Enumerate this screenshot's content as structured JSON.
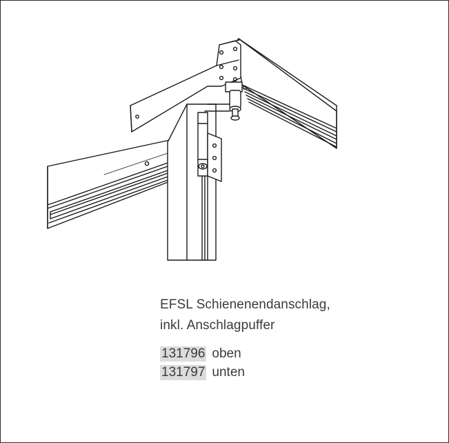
{
  "caption": {
    "line1": "EFSL Schienenendanschlag,",
    "line2": "inkl. Anschlagpuffer"
  },
  "parts": [
    {
      "number": "131796",
      "label": "oben"
    },
    {
      "number": "131797",
      "label": "unten"
    }
  ],
  "colors": {
    "line": "#1a1a1a",
    "highlight": "#dcdcdc",
    "text": "#3a3a3a"
  }
}
